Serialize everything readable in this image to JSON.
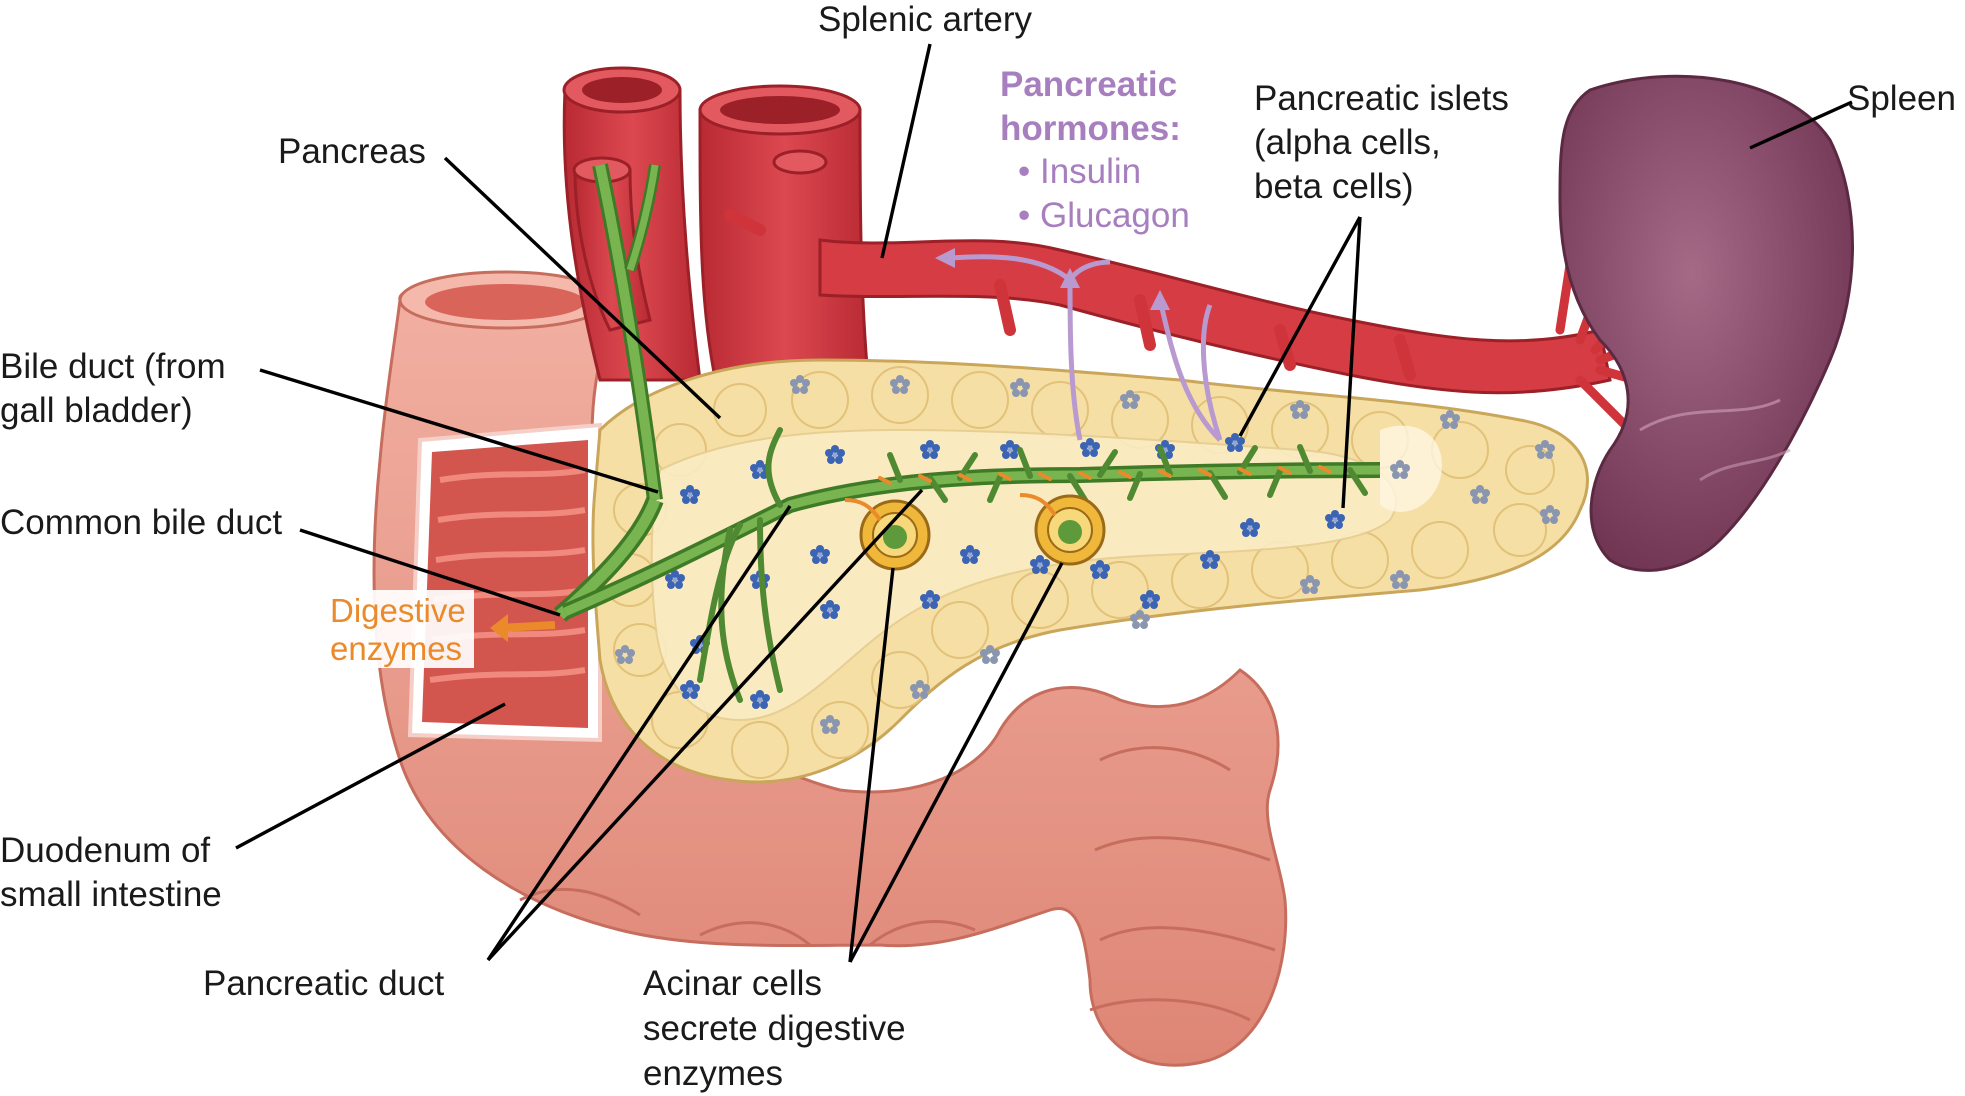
{
  "labels": {
    "splenic_artery": "Splenic artery",
    "pancreatic_hormones_title_1": "Pancreatic",
    "pancreatic_hormones_title_2": "hormones:",
    "hormone_insulin": "• Insulin",
    "hormone_glucagon": "• Glucagon",
    "pancreatic_islets_1": "Pancreatic islets",
    "pancreatic_islets_2": "(alpha cells,",
    "pancreatic_islets_3": "beta cells)",
    "spleen": "Spleen",
    "pancreas": "Pancreas",
    "bile_duct_1": "Bile duct (from",
    "bile_duct_2": "gall bladder)",
    "common_bile_duct": "Common bile duct",
    "digestive_enzymes_1": "Digestive",
    "digestive_enzymes_2": "enzymes",
    "duodenum_1": "Duodenum of",
    "duodenum_2": "small intestine",
    "pancreatic_duct": "Pancreatic duct",
    "acinar_1": "Acinar cells",
    "acinar_2": "secrete digestive",
    "acinar_3": "enzymes"
  },
  "colors": {
    "hormone_purple": "#a77fbf",
    "enzyme_orange": "#ea8a2a",
    "artery_red": "#d23a40",
    "spleen_purple": "#8d4a69",
    "pancreas_cream": "#f6dfa4",
    "duct_green": "#5e9a3b",
    "intestine_pink": "#eb9b8c",
    "islet_blue": "#3c64b4"
  }
}
